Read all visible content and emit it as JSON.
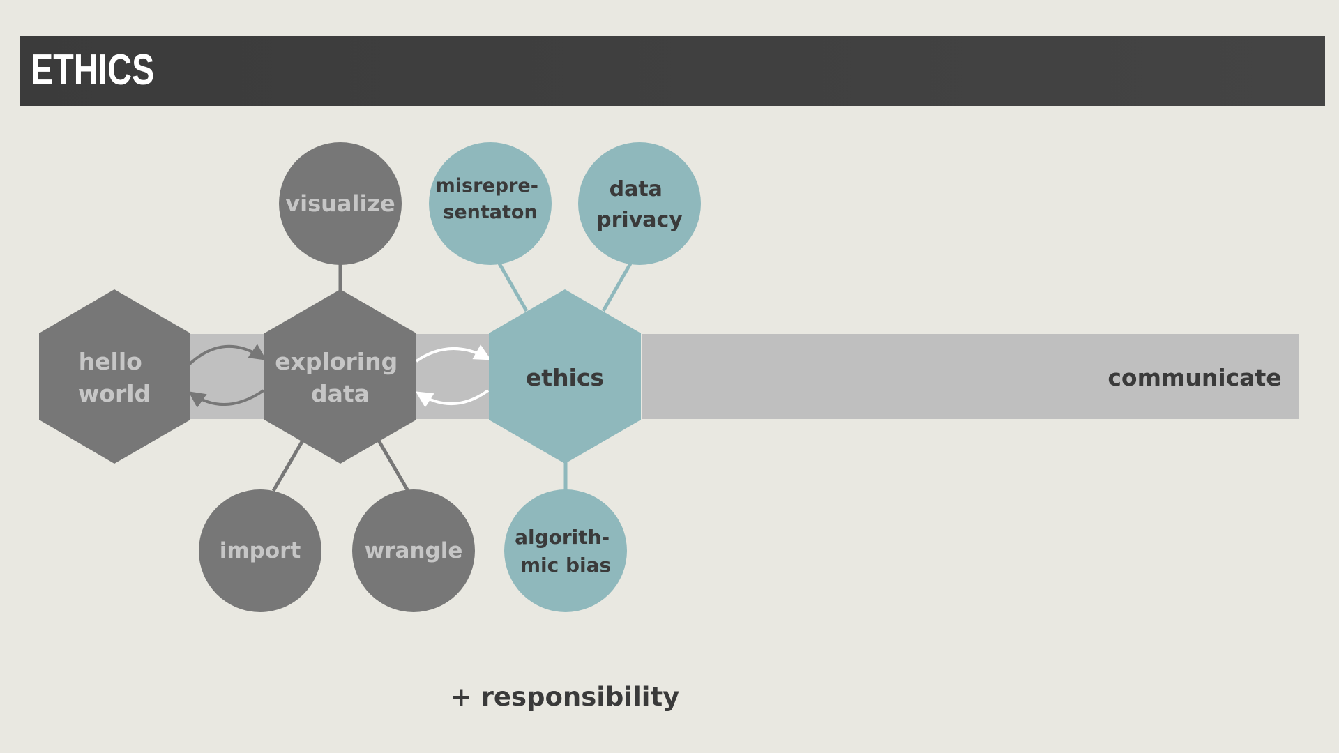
{
  "header": {
    "title": "ETHICS"
  },
  "diagram": {
    "nodes": {
      "hello_world": [
        "hello",
        "world"
      ],
      "exploring_data": [
        "exploring",
        "data"
      ],
      "ethics": [
        "ethics"
      ],
      "visualize": [
        "visualize"
      ],
      "import": [
        "import"
      ],
      "wrangle": [
        "wrangle"
      ],
      "misrepresentation": [
        "misrepre-",
        "sentaton"
      ],
      "data_privacy": [
        "data",
        "privacy"
      ],
      "algorithmic_bias": [
        "algorith-",
        "mic bias"
      ],
      "communicate": [
        "communicate"
      ]
    }
  },
  "footer": {
    "text": "+ responsibility"
  },
  "colors": {
    "background": "#e9e8e1",
    "header": "#424242",
    "gray_shape": "#777777",
    "gray_label": "#c6c6c6",
    "teal_shape": "#8fb8bc",
    "dark_label": "#3a3a3a",
    "band": "#c0c0c0",
    "band_inner": "#bdbdbd"
  }
}
